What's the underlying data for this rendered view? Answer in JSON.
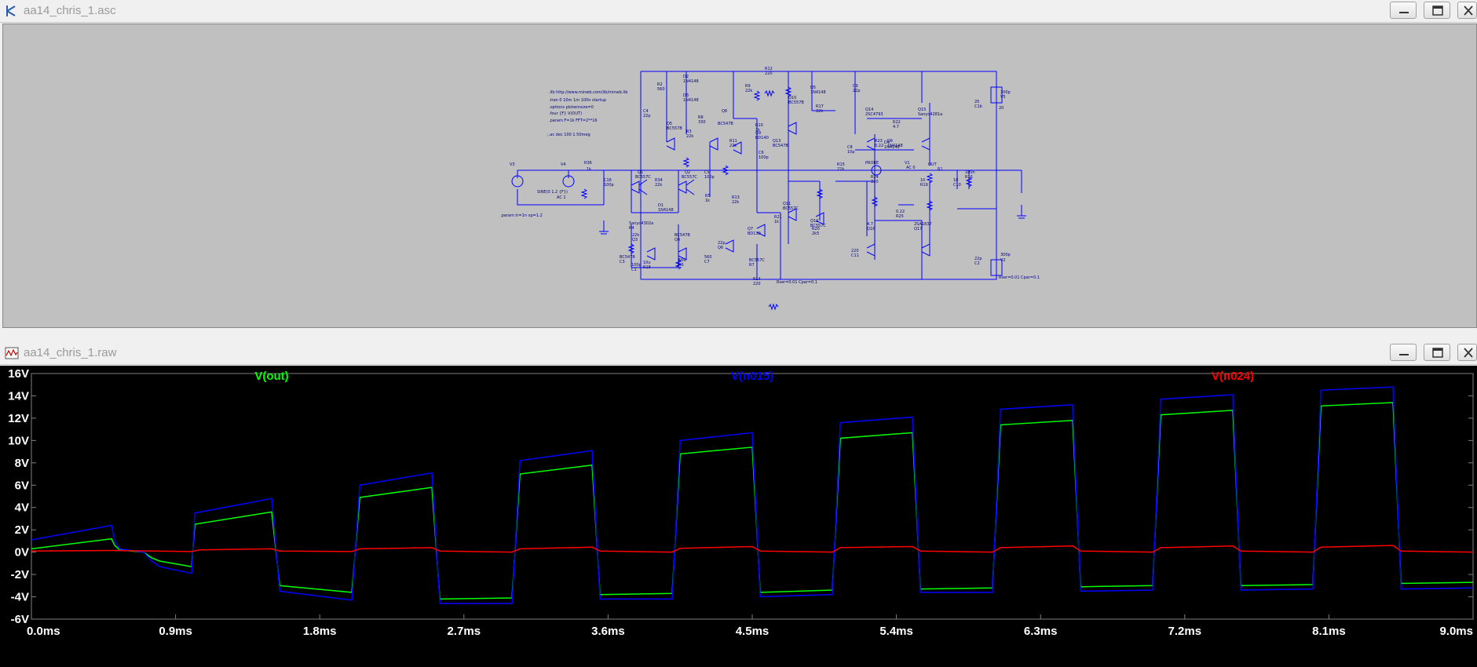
{
  "schematic_window": {
    "title": "aa14_chris_1.asc",
    "directives": [
      ".lib http://www.minwb.com/lib/minwb.lib",
      ".tran 0 10m 1m 100n startup",
      ".options plotwinsize=0",
      ".four {F} V(OUT)",
      ".param F=1k FFT=2**16",
      ";.ac dec 100 1 50meg",
      ".param tr=1n vp=1.2"
    ],
    "component_labels": [
      "V3",
      "V4",
      "R36",
      "1k",
      "C16",
      "100p",
      "SINE(0 1.2 {F})",
      "AC 1",
      "Q1",
      "BC557C",
      "Q2",
      "BC557C",
      "R34",
      "22k",
      "C5",
      "100p",
      "R5",
      "1k",
      "R2",
      "560",
      "D2",
      "1N4148",
      "D3",
      "1N4148",
      "C4",
      "22p",
      "R3",
      "22k",
      "Q5",
      "BC557B",
      "R8",
      "330",
      "Q8",
      "BC547B",
      "Q9",
      "BD140",
      "R9",
      "22k",
      "R10",
      "1k",
      "R12",
      "220",
      "R11",
      "22k",
      "D1",
      "1N4148",
      "R13",
      "22k",
      "Q7",
      "BD139",
      "C6",
      "100p",
      "Q13",
      "BC547B",
      "Q11",
      "BC557C",
      "Q12",
      "BC557C",
      "R21",
      "1k",
      "R20",
      "2k5",
      "D4",
      "1N4148",
      "D5",
      "1N4148",
      "R17",
      "22k",
      "Q10",
      "BC557B",
      "C9",
      "22p",
      "Q14",
      "2SC4793",
      "Q15",
      "Sanyo4281a",
      "R22",
      "4.7",
      "R23",
      "0.22",
      "D6",
      "1N4148",
      "C8",
      "10p",
      "R15",
      "22k",
      "R14",
      "220",
      "R24",
      "220",
      "PROBE",
      "V1",
      "AC 0",
      "OUT",
      "R1",
      "10",
      "C10",
      "100n",
      "R16",
      "10",
      "R19",
      "0.22",
      "R25",
      "4.7",
      "Q16",
      "2SA1837",
      "Q17",
      "Sanyo4302a",
      "R4",
      "22k",
      "Q3",
      "BC547B",
      "Q4",
      "BC547B",
      "C3",
      "100p",
      "C1",
      "10u",
      "R18",
      "560",
      "R6",
      "560",
      "C7",
      "22p",
      "Q6",
      "BC557C",
      "R7",
      "220",
      "C11",
      "22p",
      "C2",
      "300p",
      "V2",
      "20",
      "C1b",
      "300p",
      "V5",
      "20",
      "Rser=0.01 Cpar=0.1",
      "Rser=0.01 Cpar=0.1"
    ]
  },
  "waveform_window": {
    "title": "aa14_chris_1.raw"
  },
  "window_controls": {
    "minimize": "minimize-icon",
    "maximize": "maximize-icon",
    "close": "close-icon"
  },
  "colors": {
    "schematic_bg": "#c0c0c0",
    "wire": "#0000ff",
    "plot_bg": "#000000",
    "v_out": "#00ff00",
    "v_n015": "#0000ff",
    "v_n024": "#ff0000"
  },
  "chart_data": {
    "type": "line",
    "x_unit": "ms",
    "y_unit": "V",
    "xlim": [
      0,
      9.0
    ],
    "ylim": [
      -6,
      16
    ],
    "x_ticks": [
      "0.0ms",
      "0.9ms",
      "1.8ms",
      "2.7ms",
      "3.6ms",
      "4.5ms",
      "5.4ms",
      "6.3ms",
      "7.2ms",
      "8.1ms",
      "9.0ms"
    ],
    "y_ticks": [
      "16V",
      "14V",
      "12V",
      "10V",
      "8V",
      "6V",
      "4V",
      "2V",
      "0V",
      "-2V",
      "-4V",
      "-6V"
    ],
    "grid": false,
    "series": [
      {
        "name": "V(out)",
        "color": "#00ff00",
        "points": [
          [
            0,
            0.3
          ],
          [
            0.5,
            1.2
          ],
          [
            0.52,
            0.6
          ],
          [
            0.55,
            0.2
          ],
          [
            0.7,
            0
          ],
          [
            0.75,
            -0.5
          ],
          [
            0.8,
            -0.8
          ],
          [
            1.0,
            -1.3
          ],
          [
            1.02,
            2.5
          ],
          [
            1.5,
            3.6
          ],
          [
            1.55,
            -3.0
          ],
          [
            2.0,
            -3.6
          ],
          [
            2.05,
            4.9
          ],
          [
            2.5,
            5.8
          ],
          [
            2.55,
            -4.2
          ],
          [
            3.0,
            -4.1
          ],
          [
            3.05,
            7.0
          ],
          [
            3.5,
            7.8
          ],
          [
            3.55,
            -3.8
          ],
          [
            4.0,
            -3.7
          ],
          [
            4.05,
            8.8
          ],
          [
            4.5,
            9.4
          ],
          [
            4.55,
            -3.6
          ],
          [
            5.0,
            -3.4
          ],
          [
            5.05,
            10.2
          ],
          [
            5.5,
            10.7
          ],
          [
            5.55,
            -3.3
          ],
          [
            6.0,
            -3.2
          ],
          [
            6.05,
            11.4
          ],
          [
            6.5,
            11.8
          ],
          [
            6.55,
            -3.1
          ],
          [
            7.0,
            -3.0
          ],
          [
            7.05,
            12.3
          ],
          [
            7.5,
            12.7
          ],
          [
            7.55,
            -3.0
          ],
          [
            8.0,
            -2.9
          ],
          [
            8.05,
            13.1
          ],
          [
            8.5,
            13.4
          ],
          [
            8.55,
            -2.8
          ],
          [
            9.0,
            -2.7
          ]
        ]
      },
      {
        "name": "V(n015)",
        "color": "#0000ff",
        "points": [
          [
            0,
            1.1
          ],
          [
            0.5,
            2.4
          ],
          [
            0.52,
            1.0
          ],
          [
            0.55,
            0.3
          ],
          [
            0.7,
            0
          ],
          [
            0.75,
            -0.8
          ],
          [
            0.8,
            -1.3
          ],
          [
            1.0,
            -1.9
          ],
          [
            1.02,
            3.5
          ],
          [
            1.5,
            4.8
          ],
          [
            1.55,
            -3.5
          ],
          [
            2.0,
            -4.3
          ],
          [
            2.05,
            6.0
          ],
          [
            2.5,
            7.1
          ],
          [
            2.55,
            -4.6
          ],
          [
            3.0,
            -4.6
          ],
          [
            3.05,
            8.2
          ],
          [
            3.5,
            9.1
          ],
          [
            3.55,
            -4.2
          ],
          [
            4.0,
            -4.2
          ],
          [
            4.05,
            10.0
          ],
          [
            4.5,
            10.7
          ],
          [
            4.55,
            -4.0
          ],
          [
            5.0,
            -3.8
          ],
          [
            5.05,
            11.6
          ],
          [
            5.5,
            12.1
          ],
          [
            5.55,
            -3.6
          ],
          [
            6.0,
            -3.6
          ],
          [
            6.05,
            12.8
          ],
          [
            6.5,
            13.2
          ],
          [
            6.55,
            -3.5
          ],
          [
            7.0,
            -3.4
          ],
          [
            7.05,
            13.7
          ],
          [
            7.5,
            14.1
          ],
          [
            7.55,
            -3.4
          ],
          [
            8.0,
            -3.3
          ],
          [
            8.05,
            14.5
          ],
          [
            8.5,
            14.8
          ],
          [
            8.55,
            -3.3
          ],
          [
            9.0,
            -3.2
          ]
        ]
      },
      {
        "name": "V(n024)",
        "color": "#ff0000",
        "points": [
          [
            0,
            0.1
          ],
          [
            0.5,
            0.15
          ],
          [
            1.0,
            0.05
          ],
          [
            1.05,
            0.2
          ],
          [
            1.5,
            0.3
          ],
          [
            1.55,
            0.1
          ],
          [
            2.0,
            0.05
          ],
          [
            2.05,
            0.3
          ],
          [
            2.5,
            0.4
          ],
          [
            2.55,
            0.1
          ],
          [
            3.0,
            0
          ],
          [
            3.05,
            0.3
          ],
          [
            3.5,
            0.45
          ],
          [
            3.55,
            0.1
          ],
          [
            4.0,
            0
          ],
          [
            4.05,
            0.35
          ],
          [
            4.5,
            0.5
          ],
          [
            4.55,
            0.1
          ],
          [
            5.0,
            0
          ],
          [
            5.05,
            0.4
          ],
          [
            5.5,
            0.5
          ],
          [
            5.55,
            0.1
          ],
          [
            6.0,
            0
          ],
          [
            6.05,
            0.4
          ],
          [
            6.5,
            0.55
          ],
          [
            6.55,
            0.1
          ],
          [
            7.0,
            0
          ],
          [
            7.05,
            0.4
          ],
          [
            7.5,
            0.55
          ],
          [
            7.55,
            0.1
          ],
          [
            8.0,
            0
          ],
          [
            8.05,
            0.45
          ],
          [
            8.5,
            0.6
          ],
          [
            8.55,
            0.1
          ],
          [
            9.0,
            0
          ]
        ]
      }
    ]
  }
}
